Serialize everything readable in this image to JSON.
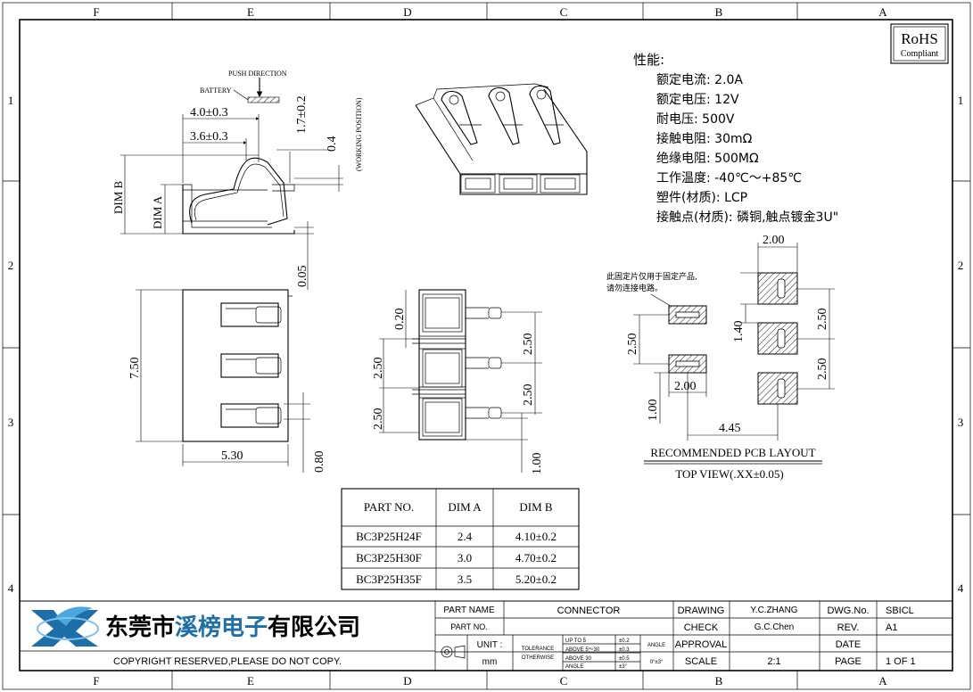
{
  "grid": {
    "columns": [
      "F",
      "E",
      "D",
      "C",
      "B",
      "A"
    ],
    "rows": [
      "1",
      "2",
      "3",
      "4"
    ]
  },
  "rohs": {
    "title": "RoHS",
    "subtitle": "Compliant"
  },
  "side_view": {
    "push_direction": "PUSH DIRECTION",
    "battery": "BATTERY",
    "dim_4": "4.0±0.3",
    "dim_36": "3.6±0.3",
    "dim_17": "1.7±0.2",
    "dim_04": "0.4",
    "working_position": "(WORKING POSITION)",
    "dim_b": "DIM B",
    "dim_a": "DIM A",
    "dim_005": "0.05"
  },
  "bottom_view": {
    "dim_750": "7.50",
    "dim_530": "5.30",
    "dim_080": "0.80"
  },
  "front_view": {
    "dim_020": "0.20",
    "dim_250_a": "2.50",
    "dim_250_b": "2.50",
    "dim_250_c": "2.50",
    "dim_250_d": "2.50",
    "dim_100": "1.00"
  },
  "specs": {
    "heading": "性能:",
    "lines": [
      "额定电流: 2.0A",
      "额定电压: 12V",
      "耐电压: 500V",
      "接触电阻: 30mΩ",
      "绝缘电阻: 500MΩ",
      "工作温度: -40℃～+85℃",
      "塑件(材质): LCP",
      "接触点(材质): 磷铜,触点镀金3U\""
    ]
  },
  "pcb": {
    "note_line1": "此固定片仅用于固定产品,",
    "note_line2": "请勿连接电路。",
    "dim_200_top": "2.00",
    "dim_140": "1.40",
    "dim_250_r1": "2.50",
    "dim_250_r2": "2.50",
    "dim_250_l": "2.50",
    "dim_100_l": "1.00",
    "dim_200_mid": "2.00",
    "dim_445": "4.45",
    "layout_title": "RECOMMENDED PCB LAYOUT",
    "layout_subtitle": "TOP VIEW(.XX±0.05)"
  },
  "part_table": {
    "headers": [
      "PART NO.",
      "DIM A",
      "DIM B"
    ],
    "rows": [
      [
        "BC3P25H24F",
        "2.4",
        "4.10±0.2"
      ],
      [
        "BC3P25H30F",
        "3.0",
        "4.70±0.2"
      ],
      [
        "BC3P25H35F",
        "3.5",
        "5.20±0.2"
      ]
    ]
  },
  "title_block": {
    "company": "东莞市溪榜电子有限公司",
    "company_highlight": "溪榜电子",
    "copyright": "COPYRIGHT RESERVED,PLEASE DO NOT COPY.",
    "part_name_label": "PART NAME",
    "part_name": "CONNECTOR",
    "part_no_label": "PART NO.",
    "unit_label": "UNIT :",
    "unit": "mm",
    "tolerance": "TOLERANCE",
    "otherwise": "OTHERWISE",
    "tol_rows": [
      [
        "UP TO 5",
        "±0.2"
      ],
      [
        "ABOVE 5～30",
        "±0.3"
      ],
      [
        "ABOVE 30",
        "±0.5"
      ],
      [
        "ANGLE",
        "±3°"
      ]
    ],
    "angle_label": "ANGLE",
    "angle_value": "0°±3°",
    "drawing_label": "DRAWING",
    "drawing": "Y.C.ZHANG",
    "check_label": "CHECK",
    "check": "G.C.Chen",
    "approval_label": "APPROVAL",
    "scale_label": "SCALE",
    "scale": "2:1",
    "dwg_label": "DWG.No.",
    "dwg": "SBICL",
    "rev_label": "REV.",
    "rev": "A1",
    "date_label": "DATE",
    "page_label": "PAGE",
    "page": "1 OF 1"
  }
}
